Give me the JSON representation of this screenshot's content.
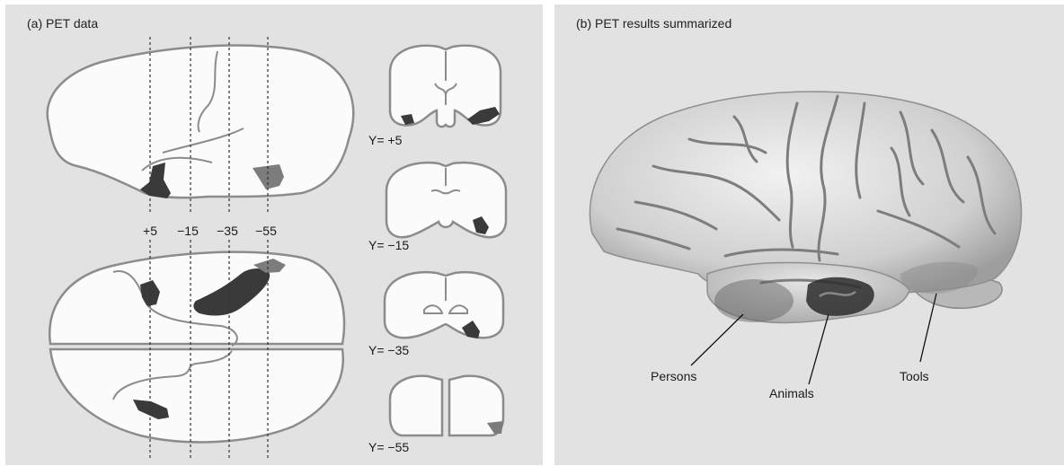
{
  "panel_a": {
    "title": "(a) PET data",
    "guide_labels": [
      "+5",
      "−15",
      "−35",
      "−55"
    ],
    "slice_labels": [
      "Y= +5",
      "Y= −15",
      "Y= −35",
      "Y= −55"
    ]
  },
  "panel_b": {
    "title": "(b) PET results summarized",
    "region_labels": {
      "persons": "Persons",
      "animals": "Animals",
      "tools": "Tools"
    }
  },
  "colors": {
    "panel_bg": "#e2e2e2",
    "outline": "#8c8c8c",
    "brain_fill": "#fbfbfb",
    "activation_dark": "#3a3a3a",
    "activation_light": "#7c7c7c"
  }
}
